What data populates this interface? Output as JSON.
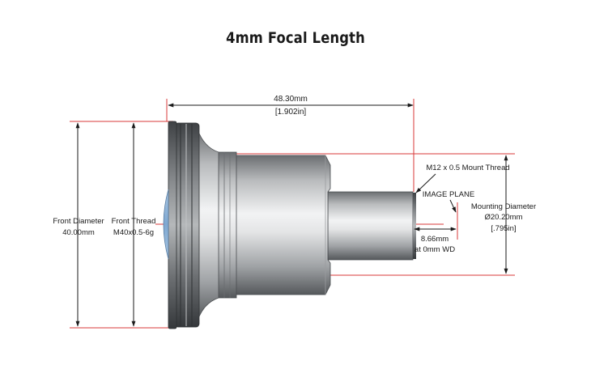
{
  "title": "4mm Focal Length",
  "dimensions": {
    "length": {
      "mm": "48.30mm",
      "inch": "[1.902in]"
    },
    "mount_thread": "M12 x 0.5 Mount Thread",
    "image_plane": "IMAGE PLANE",
    "mounting_diameter": {
      "label": "Mounting Diameter",
      "mm": "Ø20.20mm",
      "inch": "[.795in]"
    },
    "working_distance": {
      "value": "8.66mm",
      "note": "at 0mm WD"
    },
    "front_diameter": {
      "label": "Front Diameter",
      "value": "40.00mm"
    },
    "front_thread": {
      "label": "Front Thread",
      "value": "M40x0.5-6g"
    }
  },
  "colors": {
    "dimension_line": "#d93a3a",
    "arrow_line": "#1a1a1a",
    "lens_glass": "#8fb4d8",
    "metal_dark": "#4a4d50",
    "metal_light": "#e8e9ea"
  }
}
